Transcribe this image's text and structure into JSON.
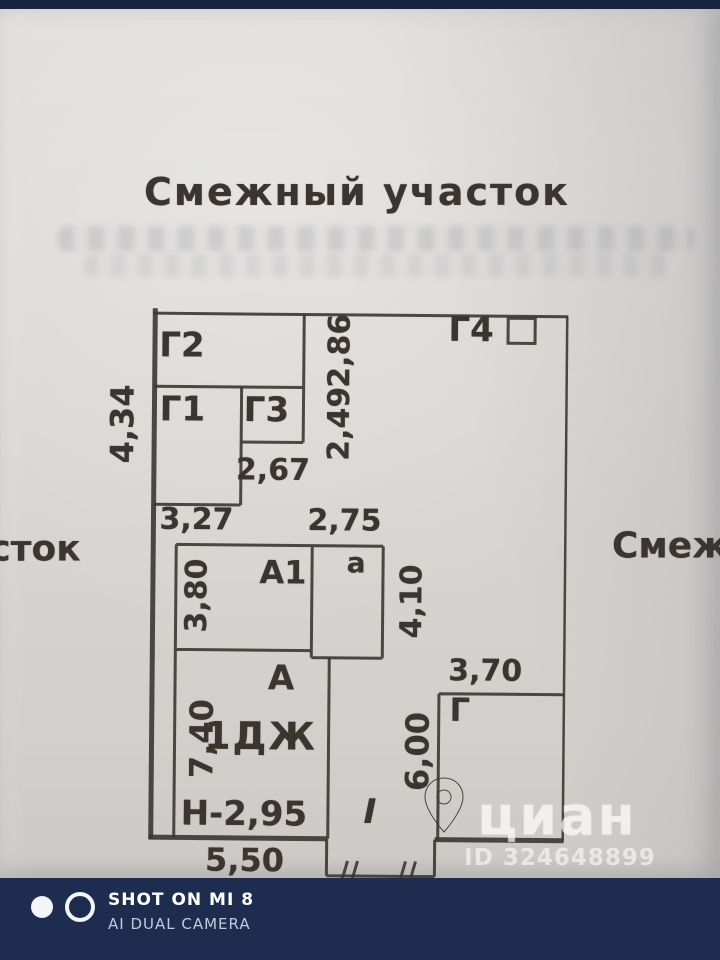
{
  "title": "Смежный участок",
  "side_labels": {
    "left": "сток",
    "right": "Смеж"
  },
  "rooms": {
    "g2": "Г2",
    "g1": "Г1",
    "g3": "Г3",
    "g4": "Г4",
    "a1": "А1",
    "a_small": "а",
    "a": "А",
    "g": "Г",
    "unit": "1ДЖ",
    "ceiling_height": "Н-2,95",
    "gate_mark": "I"
  },
  "dimensions": {
    "d286": "2,86",
    "d249": "2,49",
    "d434": "4,34",
    "d267": "2,67",
    "d327": "3,27",
    "d275": "2,75",
    "d380": "3,80",
    "d410": "4,10",
    "d740": "7,40",
    "d600": "6,00",
    "d370": "3,70",
    "d550": "5,50"
  },
  "watermark": {
    "brand": "циан",
    "listing_id": "ID 324648899"
  },
  "camera_badge": {
    "line1": "SHOT ON MI 8",
    "line2": "AI DUAL CAMERA"
  },
  "colors": {
    "band": "#1e2c50",
    "paper": "#d8d6d3",
    "ink": "#3a362f",
    "watermark_white": "#ffffff"
  }
}
